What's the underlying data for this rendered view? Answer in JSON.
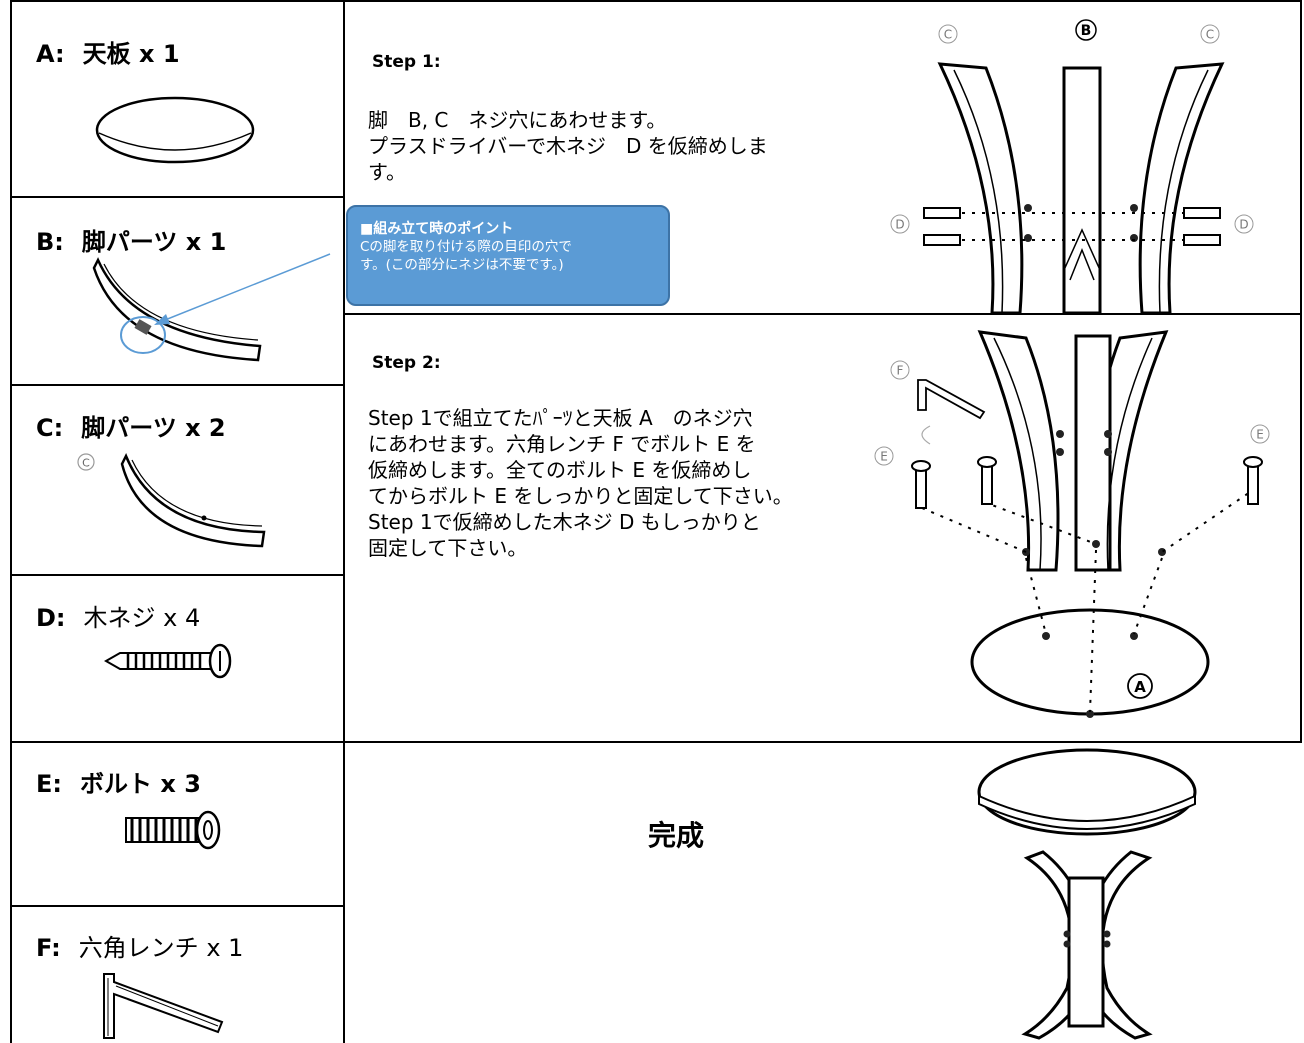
{
  "parts": [
    {
      "key": "A:",
      "name": "天板 x 1",
      "icon": "table-top"
    },
    {
      "key": "B:",
      "name": "脚パーツ x 1",
      "icon": "leg-part-b"
    },
    {
      "key": "C:",
      "name": "脚パーツ x 2",
      "icon": "leg-part-c"
    },
    {
      "key": "D:",
      "name": "木ネジ x 4",
      "icon": "wood-screw"
    },
    {
      "key": "E:",
      "name": "ボルト x 3",
      "icon": "bolt"
    },
    {
      "key": "F:",
      "name": "六角レンチ x 1",
      "icon": "hex-wrench"
    }
  ],
  "part_c_marker": "C",
  "tip": {
    "title": "■組み立て時のポイント",
    "body": [
      "Cの脚を取り付ける際の目印の穴で",
      "す。(この部分にネジは不要です。)"
    ]
  },
  "step1": {
    "title": "Step 1:",
    "lines": [
      "脚　B, C　ネジ穴にあわせます。",
      "プラスドライバーで木ネジ　D を仮締めしま",
      "す。"
    ],
    "diagram_labels": {
      "b": "B",
      "c_left": "C",
      "c_right": "C",
      "d_left": "D",
      "d_right": "D"
    }
  },
  "step2": {
    "title": "Step 2:",
    "lines": [
      "Step 1で組立てたﾊﾟｰﾂと天板 A　のネジ穴",
      "にあわせます。六角レンチ F でボルト E を",
      "仮締めします。全てのボルト E を仮締めし",
      "てからボルト E をしっかりと固定して下さい。",
      "Step 1で仮締めした木ネジ D もしっかりと",
      "固定して下さい。"
    ],
    "diagram_labels": {
      "f": "F",
      "e_left": "E",
      "e_right": "E",
      "a": "A"
    }
  },
  "complete": {
    "label": "完成"
  }
}
